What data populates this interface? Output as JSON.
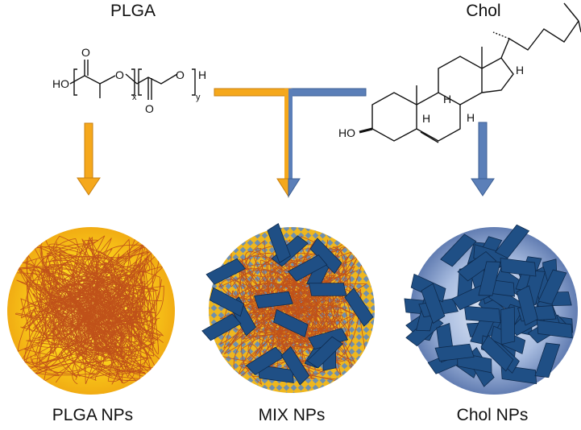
{
  "labels": {
    "plga_title": "PLGA",
    "chol_title": "Chol",
    "plga_np": "PLGA NPs",
    "mix_np": "MIX NPs",
    "chol_np": "Chol NPs"
  },
  "plga_structure": {
    "ho": "HO",
    "o_carbonyl_1": "O",
    "o_ester_1": "O",
    "sub_x": "x",
    "o_carbonyl_2": "O",
    "o_ester_2": "O",
    "h_end": "H",
    "sub_y": "y"
  },
  "chol_structure": {
    "ho": "HO",
    "h_17": "H",
    "h_9": "H",
    "h_8": "H",
    "h_14": "H"
  },
  "colors": {
    "orange": "#f5a81c",
    "blue": "#5b7fb8",
    "dark_blue": "#1f4f85",
    "fiber": "#c0521a",
    "gold": "#f2c418"
  }
}
